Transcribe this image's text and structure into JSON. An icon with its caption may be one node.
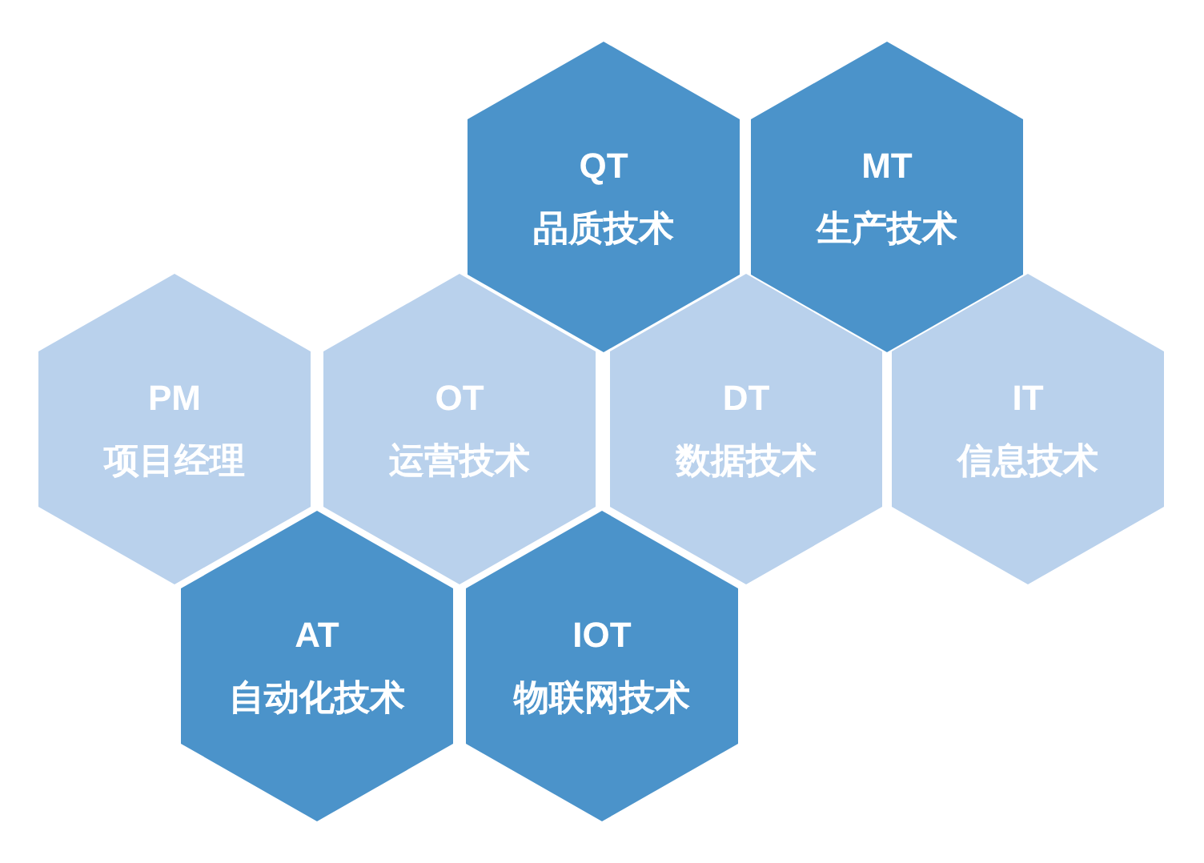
{
  "diagram": {
    "nodes": [
      {
        "text": [
          "QT",
          "品质技术"
        ]
      },
      {
        "text": [
          "MT",
          "生产技术"
        ]
      },
      {
        "text": [
          "PM",
          "项目经理"
        ]
      },
      {
        "text": [
          "OT",
          "运营技术"
        ]
      },
      {
        "text": [
          "DT",
          "数据技术"
        ]
      },
      {
        "text": [
          "IT",
          "信息技术"
        ]
      },
      {
        "text": [
          "AT",
          "自动化技术"
        ]
      },
      {
        "text": [
          "IOT",
          "物联网技术"
        ]
      }
    ],
    "edges": []
  }
}
